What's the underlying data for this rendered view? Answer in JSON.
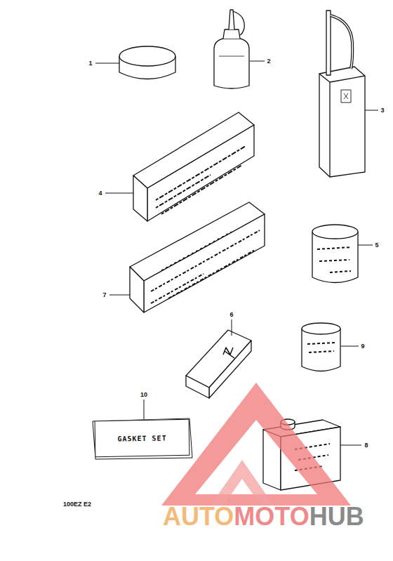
{
  "diagram": {
    "nodes": [
      {
        "text": [
          "GASKET SET"
        ]
      }
    ],
    "edges": [],
    "labels": [
      "1",
      "2",
      "3",
      "4",
      "5",
      "7",
      "6",
      "9",
      "10",
      "8",
      "100EZ E2",
      "AUTO",
      "MOTO",
      "HUB"
    ]
  }
}
